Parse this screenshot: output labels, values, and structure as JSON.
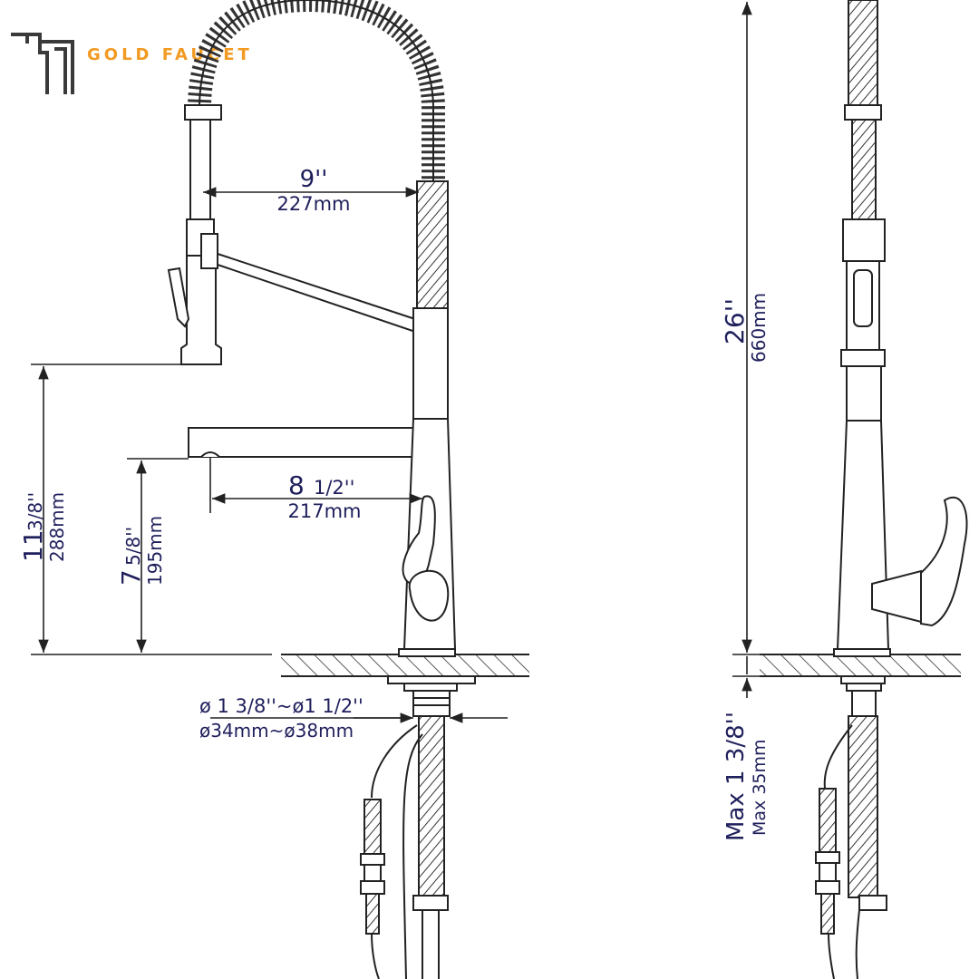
{
  "brand": {
    "name": "GOLD FAUCET",
    "logo_icon": "faucet-logo-icon",
    "color": "#f29a22"
  },
  "colors": {
    "line": "#222222",
    "dimension_text": "#1f1f5c",
    "logo_gray": "#3a3a3a"
  },
  "front_view": {
    "reach": {
      "inches": "9''",
      "mm": "227mm"
    },
    "spout_reach": {
      "inches_main": "8",
      "inches_frac": "1/2''",
      "mm": "217mm"
    },
    "spray_head_height": {
      "inches_main": "11",
      "inches_frac": "3/8''",
      "mm": "288mm"
    },
    "spout_height": {
      "inches_main": "7",
      "inches_frac": "5/8''",
      "mm": "195mm"
    },
    "hole_diameter": {
      "inches": "ø 1 3/8''~ø1 1/2''",
      "mm": "ø34mm~ø38mm"
    }
  },
  "side_view": {
    "total_height": {
      "inches": "26''",
      "mm": "660mm"
    },
    "deck_thickness": {
      "inches": "Max 1 3/8''",
      "mm": "Max 35mm"
    }
  }
}
